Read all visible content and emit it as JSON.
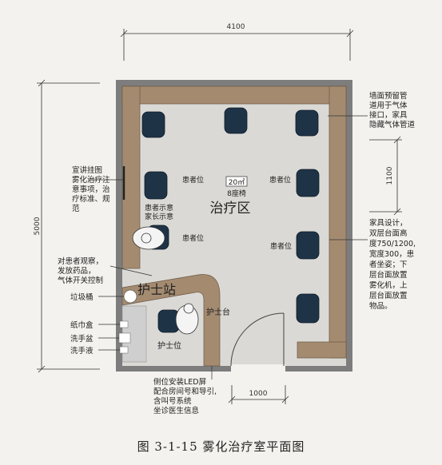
{
  "dimensions": {
    "top_width": "4100",
    "left_height": "5000",
    "right_segment": "1100",
    "bottom_door": "1000"
  },
  "room": {
    "area": "20㎡",
    "seats": "8座椅",
    "zone_title": "治疗区",
    "nurse_station": "护士站",
    "nurse_desk": "护士台",
    "nurse_seat": "护士位",
    "patient_seat": "患者位",
    "patient_notice": "患者示意",
    "family_notice": "家长示意"
  },
  "annotations": {
    "right_top": [
      "墙面预留管",
      "道用于气体",
      "接口，家具",
      "隐藏气体管道"
    ],
    "right_middle": [
      "家具设计，",
      "双层台面高",
      "度750/1200,",
      "宽度300，患",
      "者坐姿；下",
      "层台面放置",
      "雾化机，上",
      "层台面放置",
      "物品。"
    ],
    "left_board": [
      "宣讲挂图",
      "雾化治疗注",
      "意事项，治",
      "疗标准、规",
      "范"
    ],
    "left_observe": [
      "对患者观察，",
      "发放药品，",
      "气体开关控制"
    ],
    "left_bin": "垃圾桶",
    "left_tissue": "纸巾盒",
    "left_sink": "洗手盆",
    "left_soap": "洗手液",
    "bottom_led": [
      "侧位安装LED屏",
      "配合房间号和导引,",
      "含叫号系统",
      "坐诊医生信息"
    ]
  },
  "caption": "图 3-1-15    雾化治疗室平面图"
}
